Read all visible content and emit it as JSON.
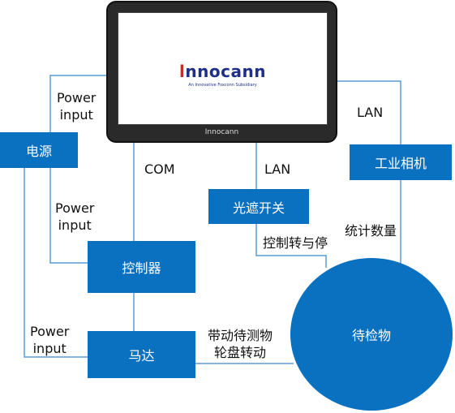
{
  "monitor": {
    "logo_main": "nnocann",
    "logo_prefix": "l",
    "logo_tagline": "An Innovative Foxconn Subsidiary",
    "bezel_brand": "Innocann"
  },
  "boxes": {
    "power": "电源",
    "controller": "控制器",
    "motor": "马达",
    "light_switch": "光遮开关",
    "camera": "工业相机",
    "object": "待检物"
  },
  "labels": {
    "power_input_1_line1": "Power",
    "power_input_1_line2": "input",
    "power_input_2_line1": "Power",
    "power_input_2_line2": "input",
    "power_input_3_line1": "Power",
    "power_input_3_line2": "input",
    "com": "COM",
    "lan_1": "LAN",
    "lan_2": "LAN",
    "control_stop": "控制转与停",
    "count": "统计数量",
    "drive_line1": "带动待测物",
    "drive_line2": "轮盘转动"
  },
  "colors": {
    "box": "#0a70c0",
    "wire": "#5b9bd5"
  }
}
